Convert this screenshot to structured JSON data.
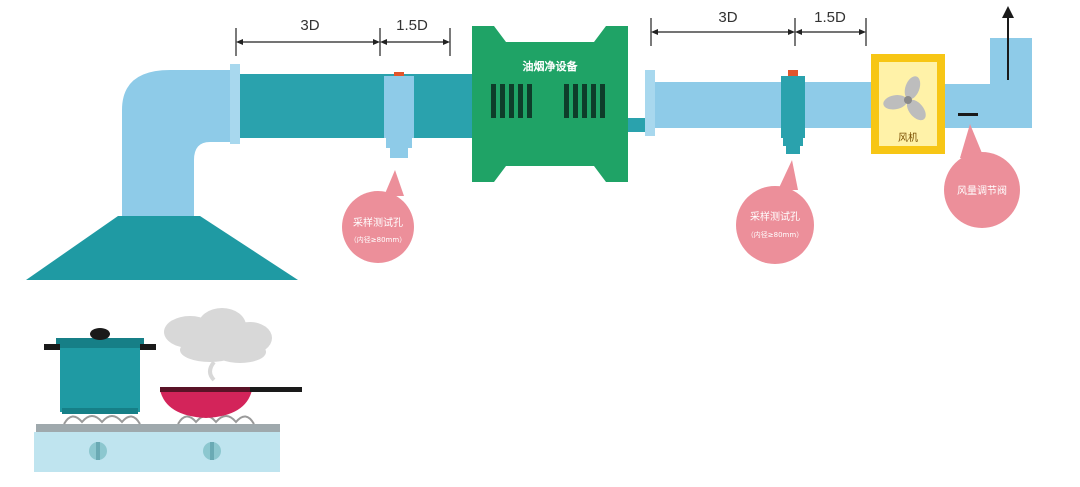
{
  "colors": {
    "duct_light": "#8ecbe8",
    "duct_teal": "#2aa2ad",
    "purifier": "#1fa366",
    "fan_box": "#f7c615",
    "fan_inner": "#fff2a8",
    "callout": "#ec8f9a",
    "pot": "#1f9aa3",
    "wok": "#d3245a",
    "stove": "#bfe4ef"
  },
  "dimensions": {
    "upstream_3d": "3D",
    "upstream_1_5d": "1.5D",
    "downstream_3d": "3D",
    "downstream_1_5d": "1.5D"
  },
  "labels": {
    "purifier": "油烟净设备",
    "fan": "风机"
  },
  "callouts": {
    "inlet_sampling": {
      "title": "采样测试孔",
      "note": "（内径≥80mm）"
    },
    "outlet_sampling": {
      "title": "采样测试孔",
      "note": "（内径≥80mm）"
    },
    "damper": {
      "title": "风量调节阀"
    }
  },
  "icons": [
    "exhaust-arrow-icon",
    "fan-icon",
    "steam-icon",
    "burner-icon"
  ]
}
